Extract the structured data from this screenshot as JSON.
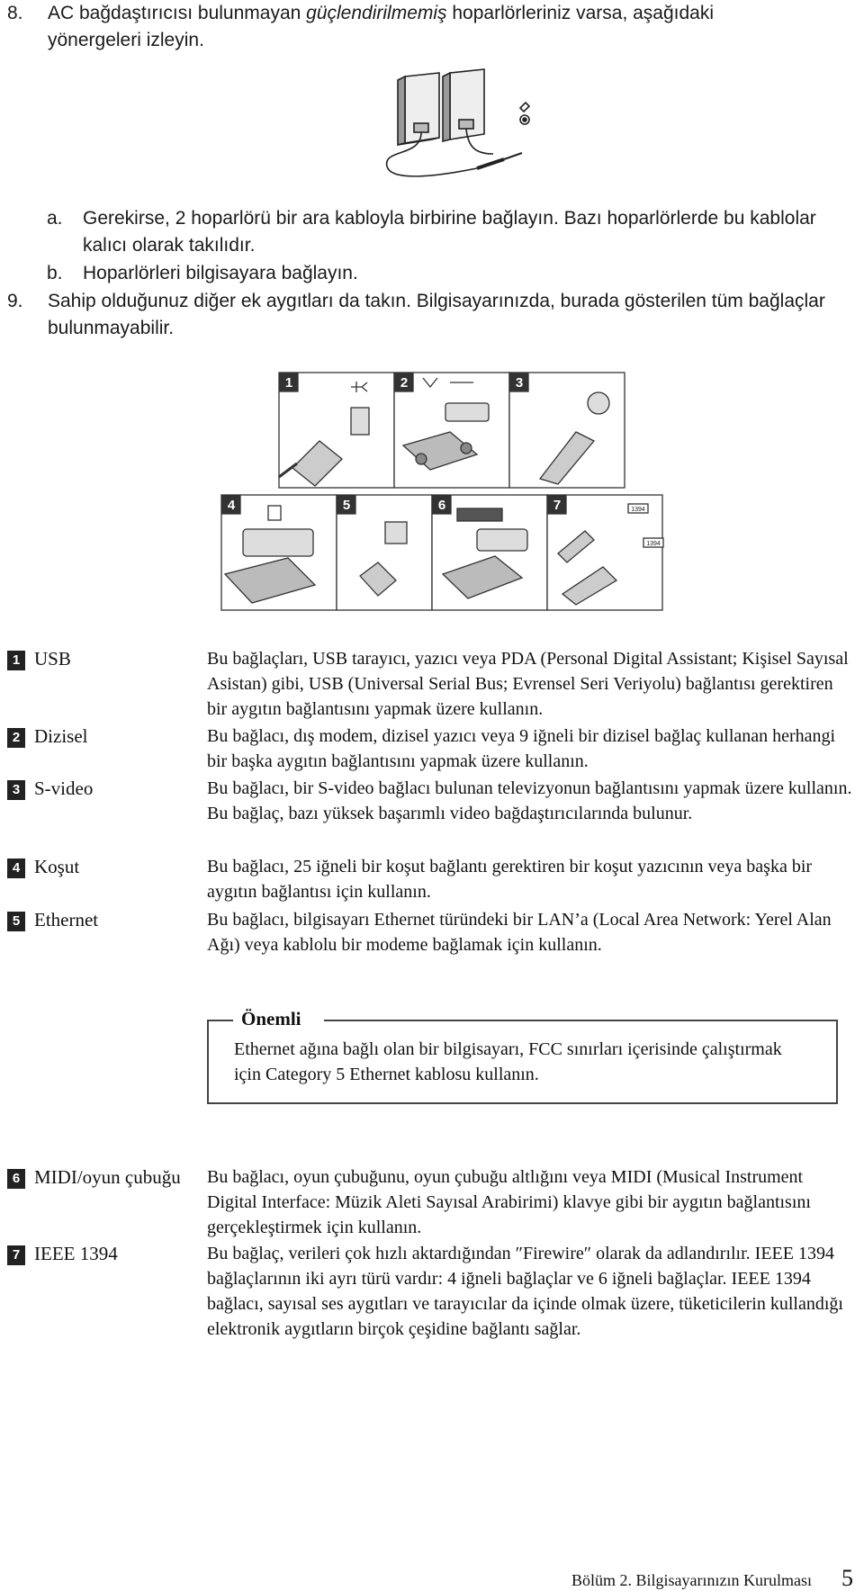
{
  "steps": [
    {
      "num": "8.",
      "lines": [
        "AC bağdaştırıcısı bulunmayan ",
        "güçlendirilmemiş",
        " hoparlörleriniz varsa, aşağıdaki",
        "yönergeleri izleyin."
      ]
    },
    {
      "num": "9.",
      "text": "Sahip olduğunuz diğer ek aygıtları da takın. Bilgisayarınızda, burada gösterilen tüm bağlaçlar bulunmayabilir."
    }
  ],
  "substeps": [
    {
      "num": "a.",
      "text": "Gerekirse, 2 hoparlörü bir ara kabloyla birbirine bağlayın. Bazı hoparlörlerde bu kablolar kalıcı olarak takılıdır."
    },
    {
      "num": "b.",
      "text": "Hoparlörleri bilgisayara bağlayın."
    }
  ],
  "figure_callouts": [
    "1",
    "2",
    "3",
    "4",
    "5",
    "6",
    "7"
  ],
  "ieee_labels": [
    "1394",
    "1394"
  ],
  "connectors_a": [
    {
      "badge": "1",
      "name": "USB",
      "desc": "Bu bağlaçları, USB tarayıcı, yazıcı veya PDA (Personal Digital Assistant; Kişisel Sayısal Asistan) gibi, USB (Universal Serial Bus; Evrensel Seri Veriyolu) bağlantısı gerektiren bir aygıtın bağlantısını yapmak üzere kullanın."
    },
    {
      "badge": "2",
      "name": "Dizisel",
      "desc": "Bu bağlacı, dış modem, dizisel yazıcı veya 9 iğneli bir dizisel bağlaç kullanan herhangi bir başka aygıtın bağlantısını yapmak üzere kullanın."
    },
    {
      "badge": "3",
      "name": "S-video",
      "desc": "Bu bağlacı, bir S-video bağlacı bulunan televizyonun bağlantısını yapmak üzere kullanın. Bu bağlaç, bazı yüksek başarımlı video bağdaştırıcılarında bulunur."
    },
    {
      "badge": "4",
      "name": "Koşut",
      "desc": "Bu bağlacı, 25 iğneli bir koşut bağlantı gerektiren bir koşut yazıcının veya başka bir aygıtın bağlantısı için kullanın."
    },
    {
      "badge": "5",
      "name": "Ethernet",
      "desc": "Bu bağlacı, bilgisayarı Ethernet türündeki bir LAN’a (Local Area Network: Yerel Alan Ağı) veya kablolu bir modeme bağlamak için kullanın."
    }
  ],
  "note": {
    "title": "Önemli",
    "text": "Ethernet ağına bağlı olan bir bilgisayarı, FCC sınırları içerisinde çalıştırmak için Category 5 Ethernet kablosu kullanın."
  },
  "connectors_b": [
    {
      "badge": "6",
      "name": "MIDI/oyun çubuğu",
      "desc": "Bu bağlacı, oyun çubuğunu, oyun çubuğu altlığını veya MIDI (Musical Instrument Digital Interface: Müzik Aleti Sayısal Arabirimi) klavye gibi bir aygıtın bağlantısını gerçekleştirmek için kullanın."
    },
    {
      "badge": "7",
      "name": "IEEE 1394",
      "desc": "Bu bağlaç, verileri çok hızlı aktardığından ″Firewire″ olarak da adlandırılır. IEEE 1394 bağlaçlarının iki ayrı türü vardır: 4 iğneli bağlaçlar ve 6 iğneli bağlaçlar. IEEE 1394 bağlacı, sayısal ses aygıtları ve tarayıcılar da içinde olmak üzere, tüketicilerin kullandığı elektronik aygıtların birçok çeşidine bağlantı sağlar."
    }
  ],
  "footer": {
    "chapter": "Bölüm 2. Bilgisayarınızın Kurulması",
    "page": "5"
  }
}
